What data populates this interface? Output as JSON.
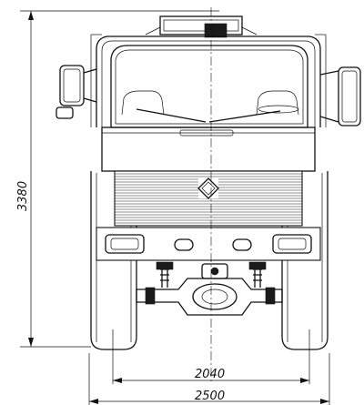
{
  "dimensions": {
    "overall_height": "3380",
    "track_width": "2040",
    "overall_width": "2500"
  },
  "colors": {
    "line": "#111111",
    "background": "#ffffff"
  }
}
